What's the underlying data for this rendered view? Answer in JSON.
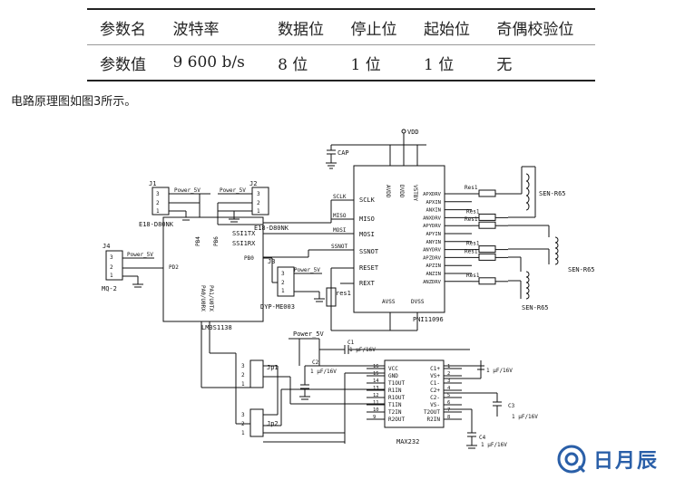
{
  "table": {
    "header": [
      "参数名",
      "波特率",
      "数据位",
      "停止位",
      "起始位",
      "奇偶校验位"
    ],
    "row": [
      "参数值",
      "9 600 b/s",
      "8 位",
      "1 位",
      "1 位",
      "无"
    ]
  },
  "caption": "电路原理图如图3所示。",
  "schematic": {
    "vdd": "VDD",
    "cap": "CAP",
    "j1": "J1",
    "j1_power": "Power_5V",
    "j1_name": "E18-D80NK",
    "j2": "J2",
    "j2_power": "Power_5V",
    "j2_name": "E18-D80NK",
    "j4": "J4",
    "j4_power": "Power_5V",
    "j4_name": "MQ-2",
    "j3": "J3",
    "j3_power": "Power_5V",
    "j3_name": "DYP-ME003",
    "mcu": {
      "name": "LM3S1138",
      "pb4": "PB4",
      "pb6": "PB6",
      "ssitx": "SSI1TX",
      "ssirx": "SSI1RX",
      "pb0": "PB0",
      "pd2": "PD2",
      "pa0": "PA0/U0RX",
      "pa1": "PA1/U0TX"
    },
    "pni": {
      "name": "PNI11096",
      "sclk": "SCLK",
      "miso": "MISO",
      "mosi": "MOSI",
      "ssnot": "SSNOT",
      "reset": "RESET",
      "rext": "REXT",
      "avdd": "AVDD",
      "dvdd": "DVDD",
      "vstby": "VSTBY",
      "avss": "AVSS",
      "dvss": "DVSS",
      "right_pins": [
        "APXDRV",
        "APXIN",
        "ANXIN",
        "ANXDRV",
        "APYDRV",
        "APYIN",
        "ANYIN",
        "ANYDRV",
        "APZDRV",
        "APZIN",
        "ANZIN",
        "ANZDRV"
      ]
    },
    "net_sclk": "SCLK",
    "net_miso": "MISO",
    "net_mosi": "MOSI",
    "net_ssnot": "SSNOT",
    "rext_res": "res1",
    "res_labels": [
      "Res1",
      "Res1",
      "Res1",
      "Res1",
      "Res1",
      "Res1"
    ],
    "sensors": [
      "SEN-R65",
      "SEN-R65",
      "SEN-R65"
    ],
    "power_5v": "Power_5V",
    "c1": "C1",
    "c1_val": "1 μF/16V",
    "c2": "C2",
    "c2_val": "1 μF/16V",
    "c3": "C3",
    "c3_val": "1 μF/16V",
    "c4": "C4",
    "c4_val": "1 μF/16V",
    "c5_val": "1 μF/16V",
    "jp1": "Jp1",
    "jp2": "Jp2",
    "max": {
      "name": "MAX232",
      "left": [
        "VCC",
        "GND",
        "T1OUT",
        "R1IN",
        "R1OUT",
        "T1IN",
        "T2IN",
        "R2OUT"
      ],
      "left_nums": [
        "16",
        "15",
        "14",
        "13",
        "12",
        "11",
        "10",
        "9"
      ],
      "right": [
        "C1+",
        "VS+",
        "C1-",
        "C2+",
        "C2-",
        "VS-",
        "T2OUT",
        "R2IN"
      ],
      "right_nums": [
        "1",
        "2",
        "3",
        "4",
        "5",
        "6",
        "7",
        "8"
      ]
    },
    "j_pins": [
      "3",
      "2",
      "1"
    ]
  },
  "watermark": "日月辰"
}
